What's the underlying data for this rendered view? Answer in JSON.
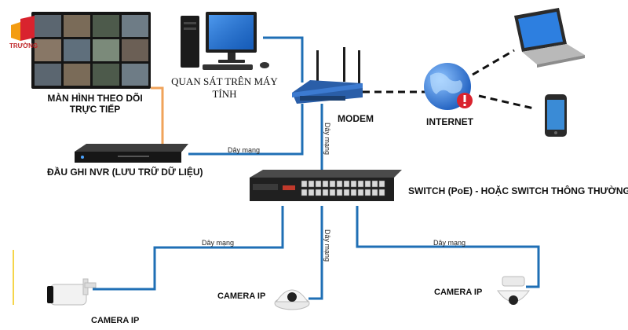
{
  "logo": {
    "text": "TRƯỜNG"
  },
  "labels": {
    "monitor": [
      "MÀN HÌNH THEO DÕI",
      "TRỰC TIẾP"
    ],
    "pc": [
      "QUAN SÁT TRÊN MÁY",
      "TÍNH"
    ],
    "modem": "MODEM",
    "internet": "INTERNET",
    "nvr": "ĐẦU GHI NVR (LƯU TRỮ DỮ LIỆU)",
    "switch": "SWITCH (PoE) - HOẶC SWITCH THÔNG THƯỜNG",
    "camera_left": "CAMERA IP",
    "camera_mid": "CAMERA IP",
    "camera_right": "CAMERA IP"
  },
  "cable_label": "Dây mạng",
  "colors": {
    "cable_blue": "#1f6fb5",
    "cable_orange": "#f0a35a",
    "dashed_black": "#111111",
    "globe_blue": "#2a6fd6",
    "alert_red": "#d9232e"
  },
  "icons": [
    "monitor-wall-icon",
    "desktop-pc-icon",
    "router-icon",
    "globe-icon",
    "laptop-icon",
    "smartphone-icon",
    "nvr-recorder-icon",
    "poe-switch-icon",
    "bullet-camera-icon",
    "dome-camera-icon",
    "ptz-camera-icon"
  ]
}
